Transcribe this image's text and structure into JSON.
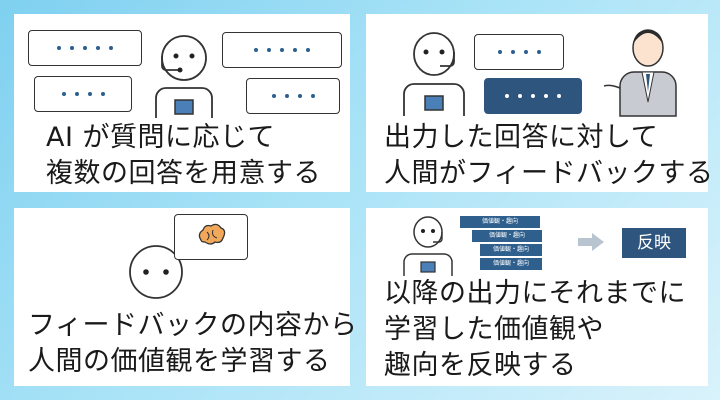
{
  "panels": [
    {
      "caption_lines": [
        "AI が質問に応じて",
        "複数の回答を用意する"
      ]
    },
    {
      "caption_lines": [
        "出力した回答に対して",
        "人間がフィードバックする"
      ]
    },
    {
      "caption_lines": [
        "フィードバックの内容から",
        "人間の価値観を学習する"
      ]
    },
    {
      "caption_lines": [
        "以降の出力にそれまでに",
        "学習した価値観や",
        "趣向を反映する"
      ]
    }
  ],
  "ribbon_label": "価値観・趣向",
  "reflect_badge": "反映",
  "colors": {
    "accent": "#2e557e",
    "dot": "#2b5f8f",
    "background_light": "#d9f2fb",
    "background_dark": "#7fd0f0"
  }
}
